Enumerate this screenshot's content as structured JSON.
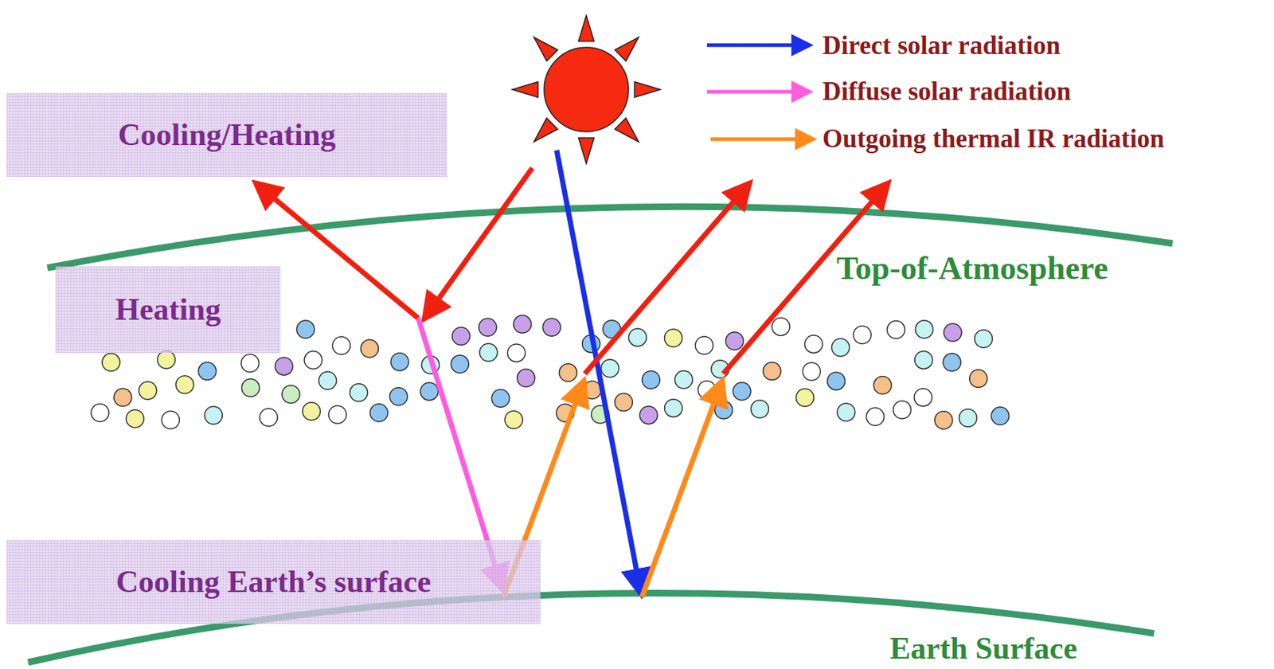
{
  "diagram": {
    "nodes": [
      {
        "text": [
          "Cooling/Heating"
        ]
      },
      {
        "text": [
          "Heating"
        ]
      },
      {
        "text": [
          "Cooling Earth’s surface"
        ]
      }
    ],
    "labels": [
      "Top-of-Atmosphere",
      "Earth Surface"
    ],
    "legend": [
      {
        "text": "Direct solar radiation"
      },
      {
        "text": "Diffuse solar radiation"
      },
      {
        "text": "Outgoing thermal IR radiation"
      }
    ]
  }
}
